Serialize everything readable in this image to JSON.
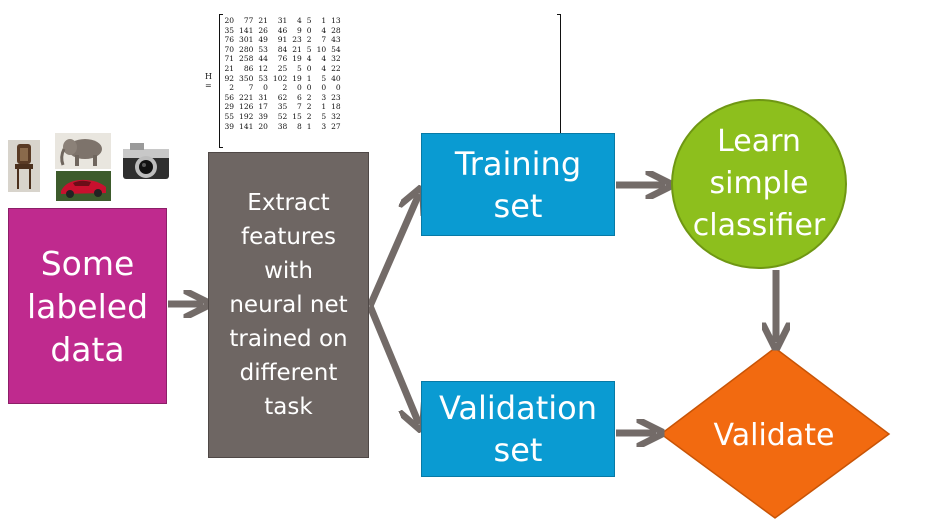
{
  "nodes": {
    "labeled_data": [
      "Some",
      "labeled",
      "data"
    ],
    "extract_features": [
      "Extract",
      "features",
      "with",
      "neural net",
      "trained on",
      "different",
      "task"
    ],
    "training_set": [
      "Training",
      "set"
    ],
    "validation_set": [
      "Validation",
      "set"
    ],
    "learn_classifier": [
      "Learn",
      "simple",
      "classifier"
    ],
    "validate": [
      "Validate"
    ]
  },
  "matrix": {
    "label": "H =",
    "rows": [
      [
        "20",
        "77",
        "21",
        "31",
        "4",
        "5",
        "1",
        "13"
      ],
      [
        "35",
        "141",
        "26",
        "46",
        "9",
        "0",
        "4",
        "28"
      ],
      [
        "76",
        "301",
        "49",
        "91",
        "23",
        "2",
        "7",
        "43"
      ],
      [
        "70",
        "280",
        "53",
        "84",
        "21",
        "5",
        "10",
        "54"
      ],
      [
        "71",
        "258",
        "44",
        "76",
        "19",
        "4",
        "4",
        "32"
      ],
      [
        "21",
        "86",
        "12",
        "25",
        "5",
        "0",
        "4",
        "22"
      ],
      [
        "92",
        "350",
        "53",
        "102",
        "19",
        "1",
        "5",
        "40"
      ],
      [
        "2",
        "7",
        "0",
        "2",
        "0",
        "0",
        "0",
        "0"
      ],
      [
        "56",
        "221",
        "31",
        "62",
        "6",
        "2",
        "3",
        "23"
      ],
      [
        "29",
        "126",
        "17",
        "35",
        "7",
        "2",
        "1",
        "18"
      ],
      [
        "55",
        "192",
        "39",
        "52",
        "15",
        "2",
        "5",
        "32"
      ],
      [
        "39",
        "141",
        "20",
        "38",
        "8",
        "1",
        "3",
        "27"
      ]
    ]
  },
  "images": [
    "chair-image",
    "elephant-image",
    "red-car-image",
    "camera-image"
  ],
  "colors": {
    "labeled": "#bf2a8e",
    "extract": "#6e6663",
    "sets": "#0a9bd2",
    "learn": "#8dbf1d",
    "validate": "#f26a10",
    "arrow": "#736b68"
  }
}
